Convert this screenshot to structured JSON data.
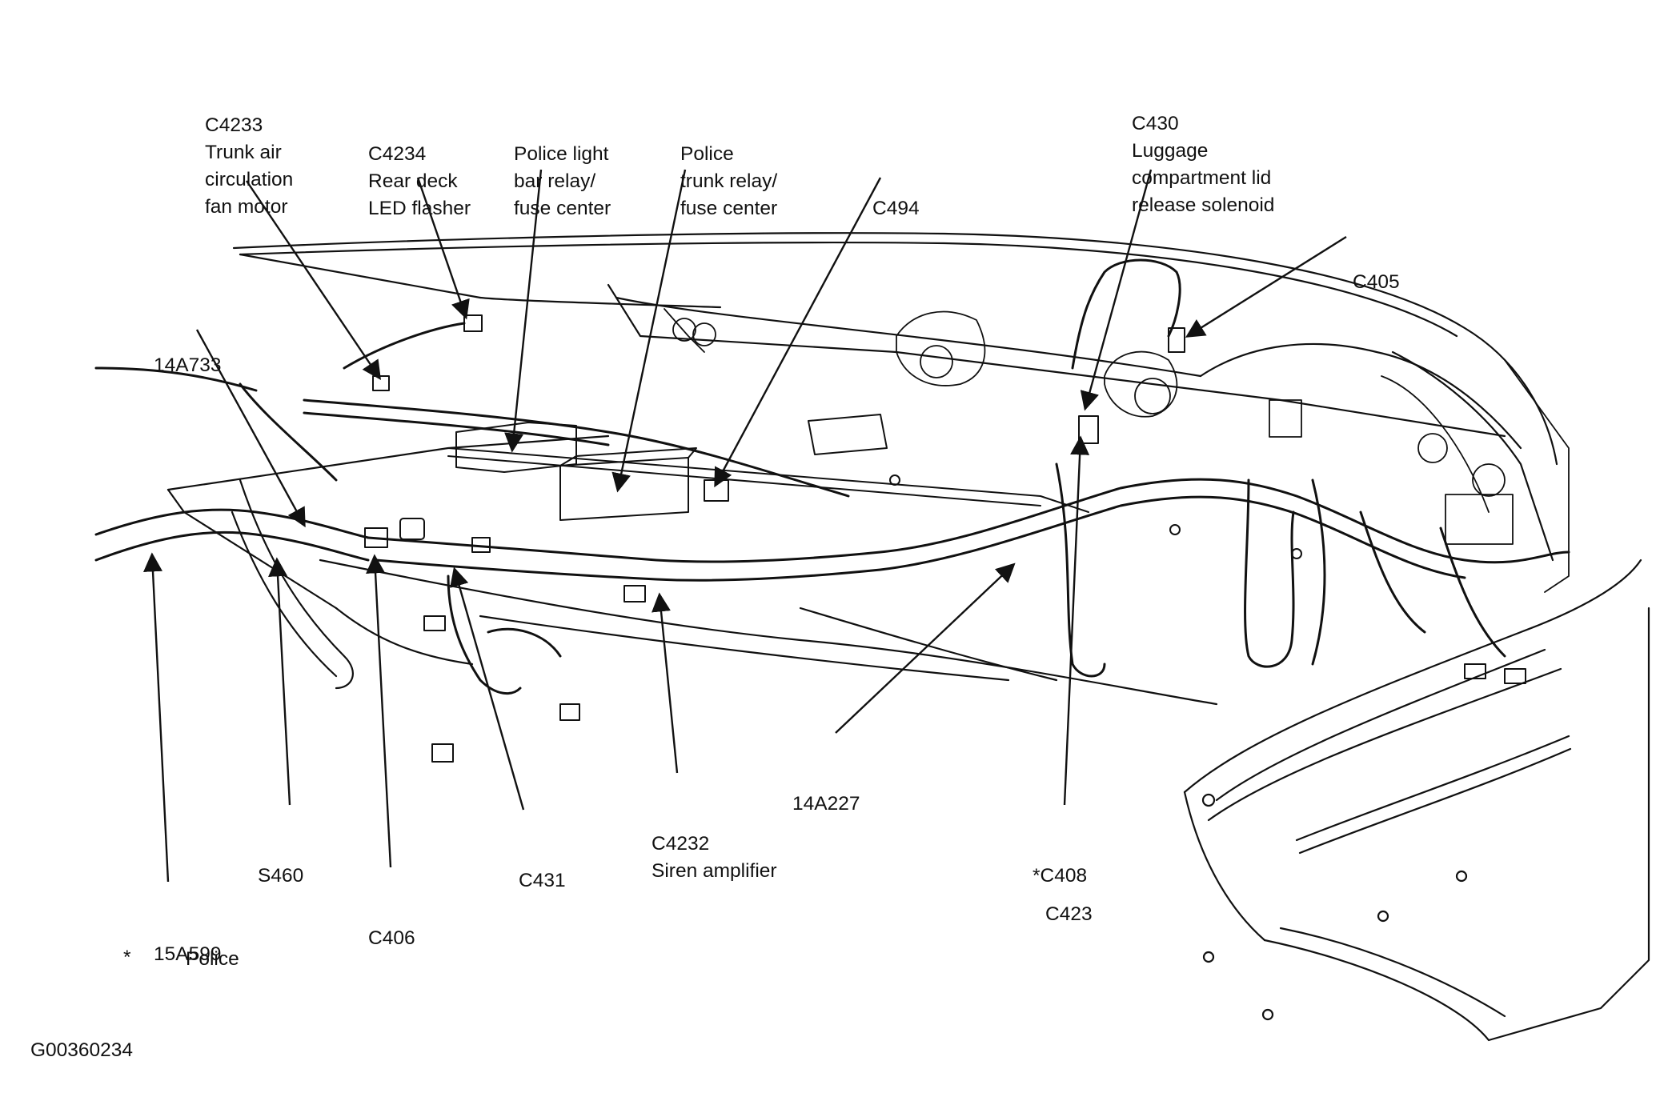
{
  "figure_id": "G00360234",
  "footnote": {
    "marker": "*",
    "text": "Police"
  },
  "callouts": [
    {
      "key": "c4233",
      "lines": [
        "C4233",
        "Trunk air",
        "circulation",
        "fan motor"
      ]
    },
    {
      "key": "c4234",
      "lines": [
        "C4234",
        "Rear deck",
        "LED flasher"
      ]
    },
    {
      "key": "police_light_bar",
      "lines": [
        "Police light",
        "bar relay/",
        "fuse center"
      ]
    },
    {
      "key": "police_trunk",
      "lines": [
        "Police",
        "trunk relay/",
        "fuse center"
      ]
    },
    {
      "key": "c494",
      "lines": [
        "C494"
      ]
    },
    {
      "key": "c430",
      "lines": [
        "C430",
        "Luggage",
        "compartment lid",
        "release solenoid"
      ]
    },
    {
      "key": "c405",
      "lines": [
        "C405"
      ]
    },
    {
      "key": "14a733",
      "lines": [
        "14A733"
      ]
    },
    {
      "key": "15a599",
      "lines": [
        "15A599"
      ]
    },
    {
      "key": "s460",
      "lines": [
        "S460"
      ]
    },
    {
      "key": "c406",
      "lines": [
        "C406"
      ]
    },
    {
      "key": "c431",
      "lines": [
        "C431"
      ]
    },
    {
      "key": "c4232",
      "lines": [
        "C4232",
        "Siren amplifier"
      ]
    },
    {
      "key": "14a227",
      "lines": [
        "14A227"
      ]
    },
    {
      "key": "c408",
      "lines": [
        "*C408"
      ]
    },
    {
      "key": "c423",
      "lines": [
        "C423"
      ]
    }
  ]
}
